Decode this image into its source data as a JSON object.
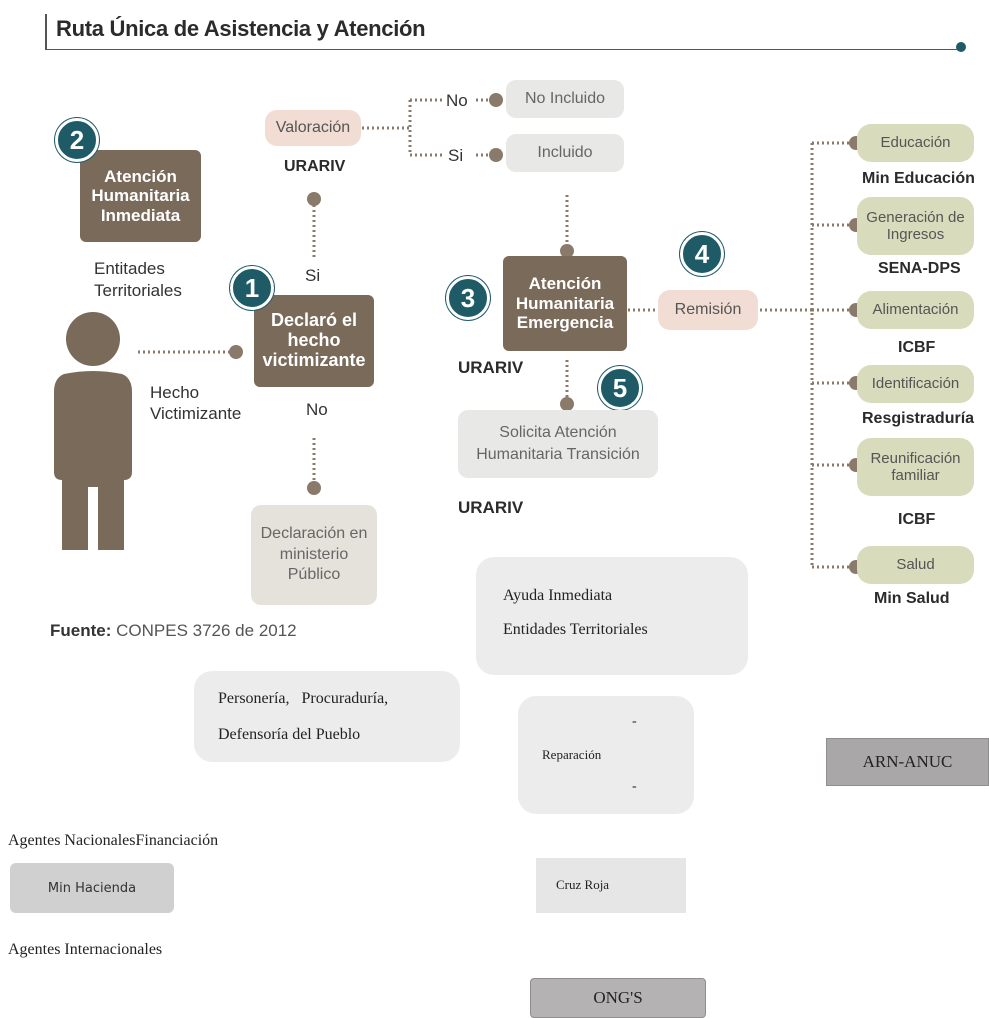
{
  "title": "Ruta Única de Asistencia y Atención",
  "colors": {
    "brown": "#7a6a5a",
    "teal": "#1f5b66",
    "pink": "#f1ddd4",
    "green": "#d8dcbc",
    "grey": "#e8e8e6"
  },
  "icons": {
    "person": "person-silhouette-icon"
  },
  "diagram": {
    "step1": {
      "number": "1",
      "label": "Declaró el hecho victimizante"
    },
    "step2": {
      "number": "2",
      "label": "Atención Humanitaria Inmediata",
      "owner": "Entitades Territoriales"
    },
    "step3": {
      "number": "3",
      "label": "Atención Humanitaria Emergencia",
      "owner": "URARIV"
    },
    "step4": {
      "number": "4",
      "label": "Remisión"
    },
    "step5": {
      "number": "5",
      "label": "Solicita Atención Humanitaria Transición",
      "owner": "URARIV"
    },
    "valoracion": {
      "label": "Valoración",
      "owner": "URARIV"
    },
    "no_incluido": "No Incluido",
    "incluido": "Incluido",
    "no_label": "No",
    "si_label": "Si",
    "si_vertical": "Si",
    "no_vertical": "No",
    "hecho": "Hecho Victimizante",
    "declaracion": "Declaración en ministerio Público",
    "remisiones": [
      {
        "label": "Educación",
        "owner": "Min Educación"
      },
      {
        "label": "Generación de Ingresos",
        "owner": "SENA-DPS"
      },
      {
        "label": "Alimentación",
        "owner": "ICBF"
      },
      {
        "label": "Identificación",
        "owner": "Resgistraduría"
      },
      {
        "label": "Reunificación familiar",
        "owner": "ICBF"
      },
      {
        "label": "Salud",
        "owner": "Min Salud"
      }
    ]
  },
  "fuente": {
    "label": "Fuente:",
    "text": "CONPES 3726 de 2012"
  },
  "boxes": {
    "ayuda_1": "Ayuda Inmediata",
    "ayuda_2": "Entidades Territoriales",
    "personeria_1": "Personería,   Procuraduría,",
    "personeria_2": "Defensoría del Pueblo",
    "reparacion": "Reparación",
    "dash": "-",
    "arn": "ARN-ANUC",
    "agentes_nacionales": "Agentes NacionalesFinanciación",
    "min_hacienda": "Min Hacienda",
    "cruz_roja": "Cruz Roja",
    "agentes_internacionales": "Agentes Internacionales",
    "ongs": "ONG'S"
  }
}
